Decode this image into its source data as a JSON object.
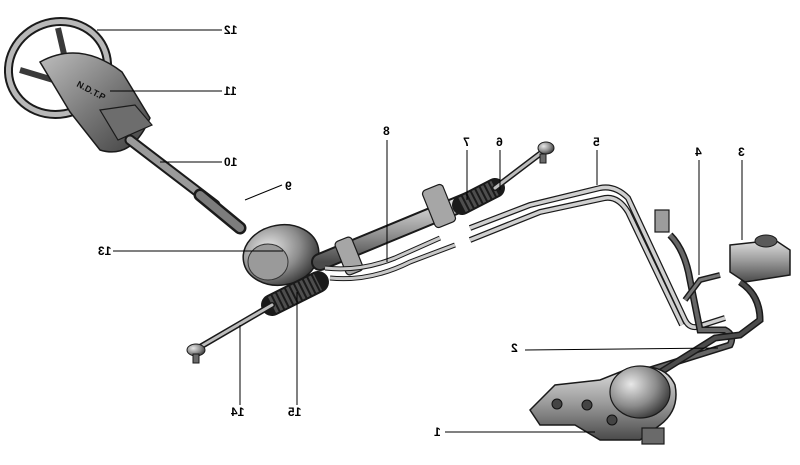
{
  "diagram": {
    "labels": [
      "1",
      "2",
      "3",
      "4",
      "5",
      "6",
      "7",
      "8",
      "9",
      "10",
      "11",
      "12",
      "13",
      "14",
      "15"
    ],
    "nameplate_text": "N.D.T.P"
  },
  "colors": {
    "metal_dark": "#555555",
    "metal_mid": "#8a8a8a",
    "metal_light": "#c4c4c4",
    "outline": "#1a1a1a",
    "leader": "#000000"
  }
}
